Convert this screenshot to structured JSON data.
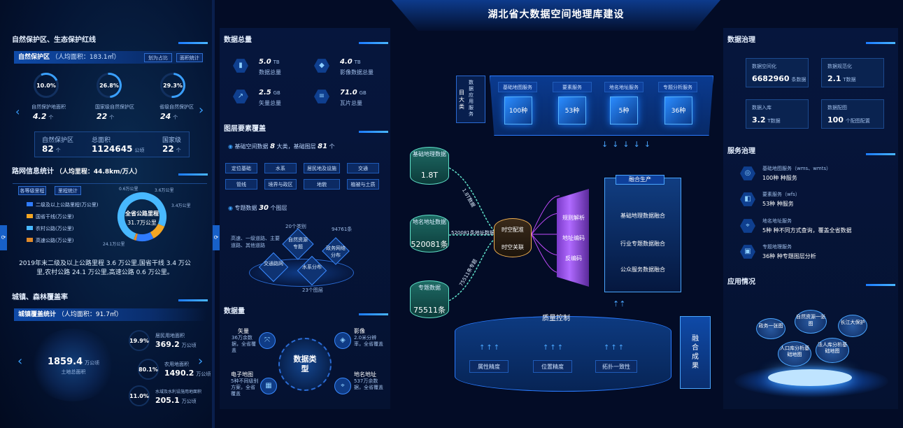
{
  "header": {
    "title": "湖北省大数据空间地理库建设"
  },
  "left": {
    "nature": {
      "section_title": "自然保护区、生态保护红线",
      "subhead": "自然保护区",
      "subhead_note": "（人均面积：183.1㎡）",
      "btn1": "划为占比",
      "btn2": "面积统计",
      "rings": [
        {
          "pct": "10.0%",
          "label": "自然保护地面积",
          "value": "4.2",
          "unit": "个"
        },
        {
          "pct": "26.8%",
          "label": "国家级自然保护区",
          "value": "22",
          "unit": "个"
        },
        {
          "pct": "29.3%",
          "label": "省级自然保护区",
          "value": "24",
          "unit": "个"
        }
      ],
      "stats": [
        {
          "label": "自然保护区",
          "value": "82",
          "unit": "个"
        },
        {
          "label": "总面积",
          "value": "1124645",
          "unit": "公顷"
        },
        {
          "label": "国家级",
          "value": "22",
          "unit": "个"
        }
      ]
    },
    "road": {
      "section_title": "路网信息统计",
      "section_note": "（人均里程：44.8km/万人）",
      "btn1": "各等级里程",
      "btn2": "里程统计",
      "legend": [
        {
          "label": "二级及以上公路里程(万公里)",
          "color": "#2f7bff"
        },
        {
          "label": "国省干线(万公里)",
          "color": "#f4a623"
        },
        {
          "label": "农村公路(万公里)",
          "color": "#48b8ff"
        },
        {
          "label": "高速公路(万公里)",
          "color": "#e08a2a"
        }
      ],
      "donut_title": "全省公路里程",
      "donut_value": "31.7万公里",
      "donut_labels": [
        "0.6万公里",
        "3.6万公里",
        "3.4万公里",
        "24.1万公里"
      ],
      "summary": "2019年末二级及以上公路里程 3.6 万公里,国省干线 3.4 万公里,农村公路 24.1 万公里,高速公路 0.6 万公里。"
    },
    "urban": {
      "section_title": "城镇、森林覆盖率",
      "subhead": "城镇覆盖统计",
      "subhead_note": "（人均面积：91.7㎡）",
      "center_value": "1859.4",
      "center_unit": "万公顷",
      "center_label": "土地总面积",
      "items": [
        {
          "pct": "19.9%",
          "label": "居民用地面积",
          "value": "369.2",
          "unit": "万公顷"
        },
        {
          "pct": "80.1%",
          "label": "农用地面积",
          "value": "1490.2",
          "unit": "万公顷"
        },
        {
          "pct": "11.0%",
          "label": "水域及水利设施用地面积",
          "value": "205.1",
          "unit": "万公顷"
        }
      ]
    }
  },
  "mid_left": {
    "total": {
      "section_title": "数据总量",
      "items": [
        {
          "value": "5.0",
          "unit": "TB",
          "label": "数据总量"
        },
        {
          "value": "4.0",
          "unit": "TB",
          "label": "影像数据总量"
        },
        {
          "value": "2.5",
          "unit": "GB",
          "label": "矢量总量"
        },
        {
          "value": "71.0",
          "unit": "GB",
          "label": "瓦片总量"
        }
      ]
    },
    "coverage": {
      "section_title": "图层要素覆盖",
      "base_label": "基础空间数据",
      "base_count": "8",
      "base_mid": "大类，基础图层",
      "base_layers": "81",
      "base_unit": "个",
      "chips": [
        "定位基础",
        "水系",
        "居民地及设施",
        "交通",
        "管线",
        "境界与政区",
        "地貌",
        "植被与土质"
      ],
      "topic_label": "专题数据",
      "topic_count": "30",
      "topic_unit": "个图层",
      "cat_count": "20个类别",
      "records": "94761条",
      "road_note": "高速、一级道路、主要道路、其他道路",
      "cubes": [
        "自然资源专题",
        "政务网络分布",
        "交通路网",
        "水系分布"
      ],
      "bottom": "23个图层"
    },
    "volume": {
      "section_title": "数据量",
      "center": "数据类型",
      "items": [
        {
          "title": "矢量",
          "desc": "36万余数据，全省覆盖"
        },
        {
          "title": "影像",
          "desc": "2.0米分辨率，全省覆盖"
        },
        {
          "title": "电子地图",
          "desc": "5种不同级别方案，全省覆盖"
        },
        {
          "title": "地名地址",
          "desc": "537万余数据，全省覆盖"
        }
      ]
    }
  },
  "center": {
    "label_top": "数据应用服务",
    "label_left": "目大类",
    "platforms": [
      {
        "label": "基础地图服务",
        "value": "100种"
      },
      {
        "label": "要素服务",
        "value": "53种"
      },
      {
        "label": "地名地址服务",
        "value": "5种"
      },
      {
        "label": "专题分析服务",
        "value": "36种"
      }
    ],
    "dbs": [
      {
        "label": "基础地理数据",
        "value": "1.8T"
      },
      {
        "label": "地名地址数据",
        "value": "520081条"
      },
      {
        "label": "专题数据",
        "value": "75511条"
      }
    ],
    "flows": [
      "1.8T数据",
      "520081条地址数据",
      "75511条专题"
    ],
    "hub": [
      "时空配准",
      "时空关联"
    ],
    "process": [
      "规则解析",
      "地址编码",
      "反编码"
    ],
    "fusion_title": "融合生产",
    "fusion_items": [
      "基础地理数据融合",
      "行业专题数据融合",
      "公众服务数据融合"
    ],
    "qc_title": "质量控制",
    "qc_items": [
      "属性精度",
      "位置精度",
      "拓扑一致性"
    ],
    "result": "融合成果"
  },
  "right": {
    "gov": {
      "section_title": "数据治理",
      "items": [
        {
          "label": "数据空间化",
          "value": "6682960",
          "unit": "条数据"
        },
        {
          "label": "数据规范化",
          "value": "2.1",
          "unit": "T数据"
        },
        {
          "label": "数据入库",
          "value": "3.2",
          "unit": "T数据"
        },
        {
          "label": "数据配图",
          "value": "100",
          "unit": "个配图配置"
        }
      ]
    },
    "svc": {
      "section_title": "服务治理",
      "items": [
        {
          "title": "基础地图服务（wms、wmts）",
          "desc": "100种 种服务"
        },
        {
          "title": "要素服务（wfs）",
          "desc": "53种 种服务"
        },
        {
          "title": "地名地址服务",
          "desc": "5种 种不同方式查询，覆盖全省数据"
        },
        {
          "title": "专题地理服务",
          "desc": "36种 种专题图层分析"
        }
      ]
    },
    "app": {
      "section_title": "应用情况",
      "bubbles": [
        "政务一张图",
        "自然资源一张图",
        "长江大保护",
        "人口库分析基础地图",
        "法人库分析基础地图"
      ]
    }
  }
}
